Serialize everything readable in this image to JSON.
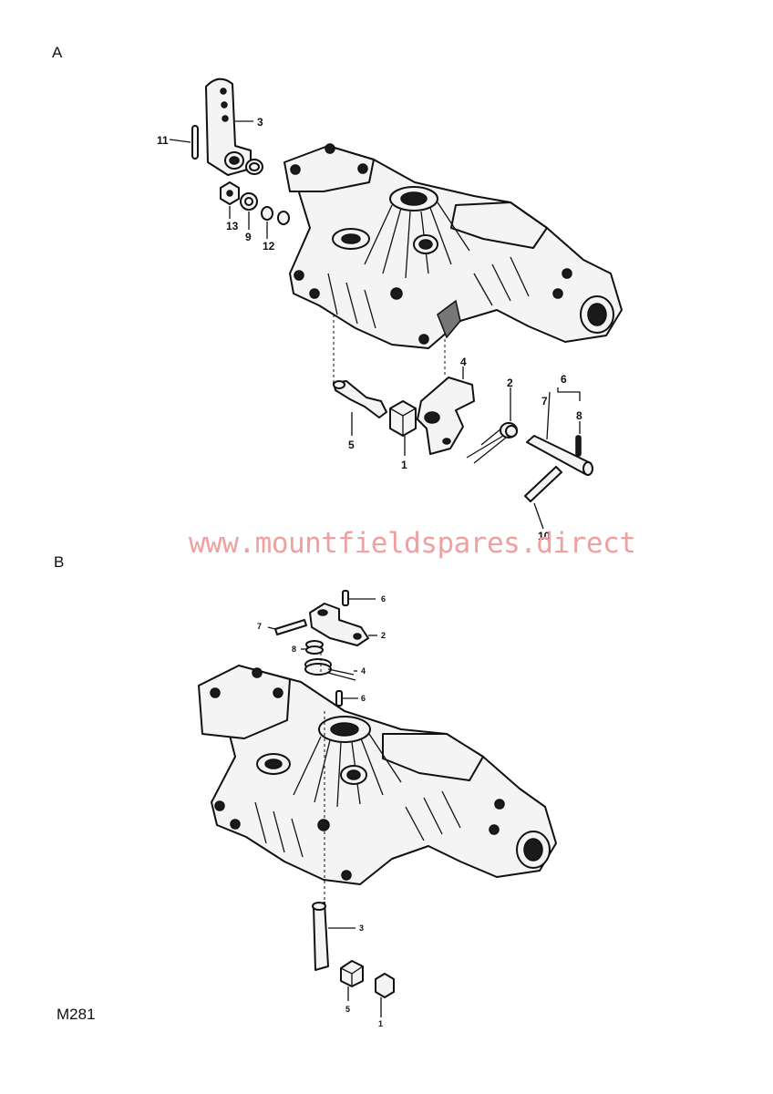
{
  "sections": {
    "a_label": "A",
    "b_label": "B"
  },
  "diagram_code": "M281",
  "watermark": "www.mountfieldspares.direct",
  "callouts_a": [
    "11",
    "3",
    "13",
    "9",
    "12",
    "4",
    "2",
    "6",
    "7",
    "8",
    "5",
    "1",
    "10"
  ],
  "callouts_b": [
    "6",
    "7",
    "2",
    "8",
    "4",
    "6",
    "3",
    "5",
    "1"
  ]
}
